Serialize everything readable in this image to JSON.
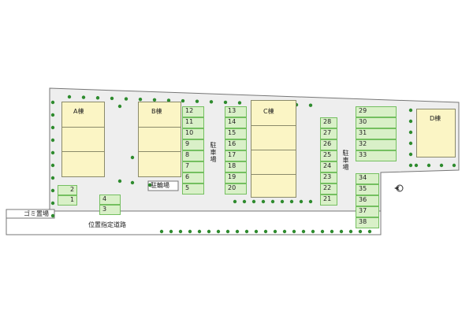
{
  "buildings": {
    "a": "A棟",
    "b": "B棟",
    "c": "C棟",
    "d": "D棟"
  },
  "labels": {
    "parking": "駐車場",
    "bike_parking": "駐輪場",
    "garbage": "ゴミ置場",
    "road": "位置指定道路"
  },
  "spaces": {
    "s1": "1",
    "s2": "2",
    "s3": "3",
    "s4": "4",
    "s5": "5",
    "s6": "6",
    "s7": "7",
    "s8": "8",
    "s9": "9",
    "s10": "10",
    "s11": "11",
    "s12": "12",
    "s13": "13",
    "s14": "14",
    "s15": "15",
    "s16": "16",
    "s17": "17",
    "s18": "18",
    "s19": "19",
    "s20": "20",
    "s21": "21",
    "s22": "22",
    "s23": "23",
    "s24": "24",
    "s25": "25",
    "s26": "26",
    "s27": "27",
    "s28": "28",
    "s29": "29",
    "s30": "30",
    "s31": "31",
    "s32": "32",
    "s33": "33",
    "s34": "34",
    "s35": "35",
    "s36": "36",
    "s37": "37",
    "s38": "38"
  },
  "colors": {
    "lot_fill": "#eeeeee",
    "lot_border": "#777777",
    "space_fill": "#d9f0c8",
    "space_border": "#74bf60",
    "building_fill": "#fbf5c5",
    "tree": "#2e8b2e"
  },
  "icons": {
    "north": "north-arrow-icon",
    "tree": "tree-icon"
  }
}
